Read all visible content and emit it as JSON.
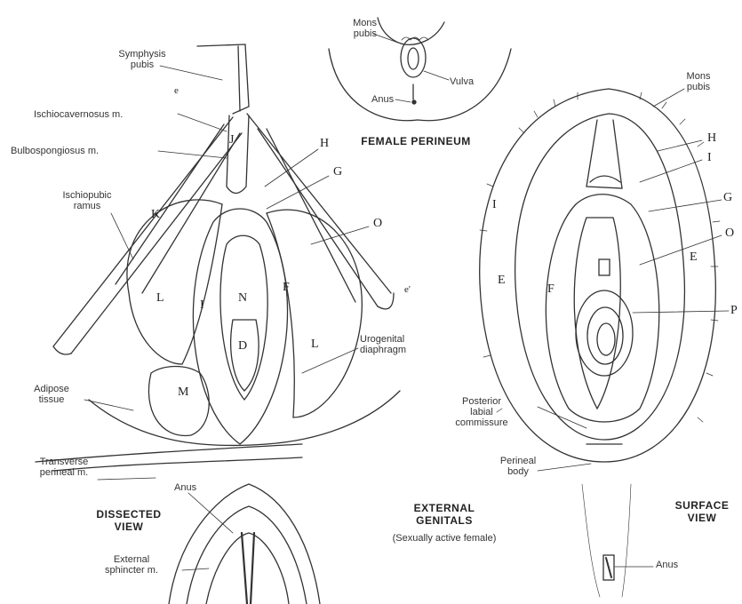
{
  "captions": {
    "female_perineum": "FEMALE PERINEUM",
    "dissected_view": "DISSECTED\nVIEW",
    "external_genitals": "EXTERNAL\nGENITALS",
    "external_genitals_sub": "(Sexually active female)",
    "surface_view": "SURFACE\nVIEW"
  },
  "perineum_inset": {
    "mons_pubis": "Mons\npubis",
    "vulva": "Vulva",
    "anus": "Anus"
  },
  "dissected_labels": {
    "symphysis_pubis": "Symphysis\npubis",
    "ischiocavernosus": "Ischiocavernosus m.",
    "bulbospongiosus": "Bulbospongiosus m.",
    "ischiopubic_ramus": "Ischiopubic\nramus",
    "urogenital_diaphragm": "Urogenital\ndiaphragm",
    "adipose_tissue": "Adipose\ntissue",
    "transverse_perineal": "Transverse\nperineal m.",
    "anus": "Anus",
    "external_sphincter": "External\nsphincter m."
  },
  "surface_labels": {
    "mons_pubis": "Mons\npubis",
    "posterior_labial_commissure": "Posterior\nlabial\ncommissure",
    "perineal_body": "Perineal\nbody",
    "anus": "Anus"
  },
  "letters": {
    "dissected": [
      "J",
      "H",
      "G",
      "O",
      "K",
      "L",
      "F",
      "N",
      "M",
      "D",
      "I",
      "L"
    ],
    "surface": [
      "H",
      "I",
      "G",
      "O",
      "E",
      "F",
      "P",
      "E",
      "I"
    ],
    "small": [
      "e",
      "e'"
    ]
  }
}
